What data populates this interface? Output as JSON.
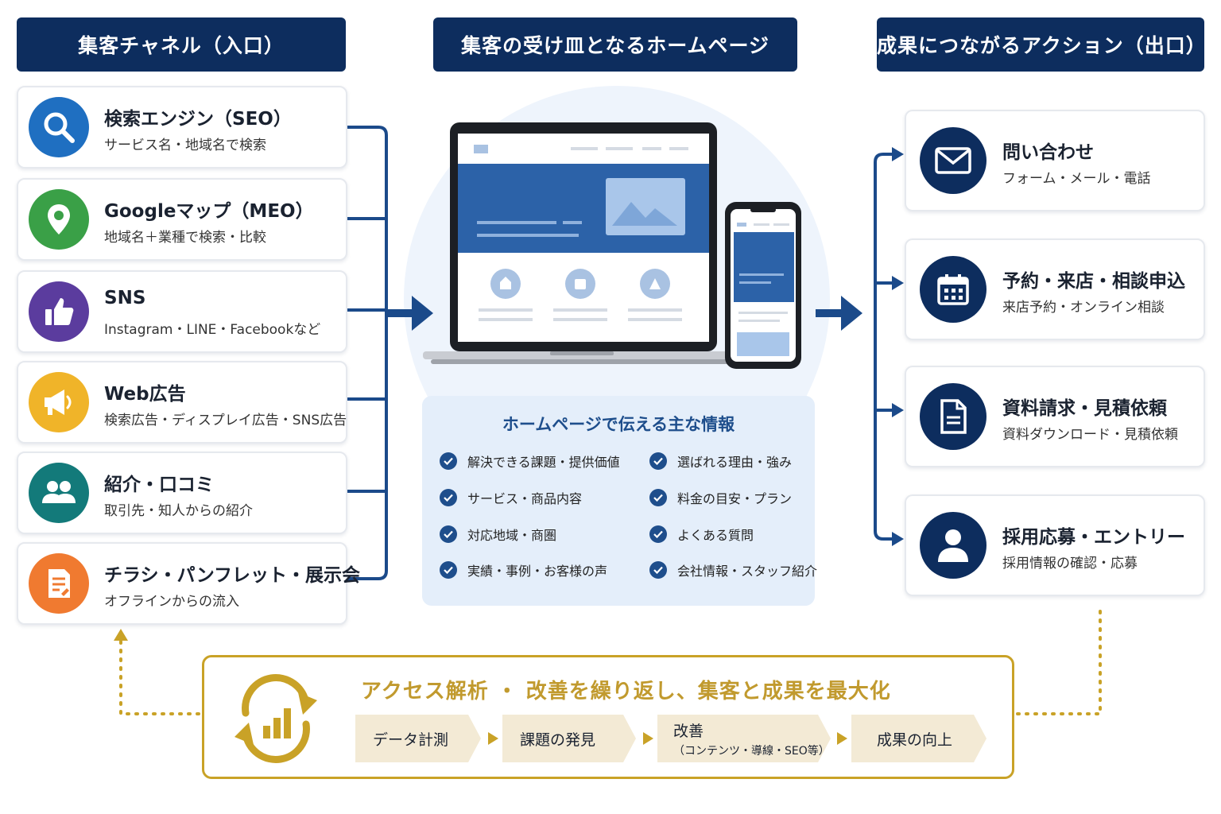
{
  "headers": {
    "left": "集客チャネル（入口）",
    "center": "集客の受け皿となるホームページ",
    "right": "成果につながるアクション（出口）"
  },
  "channels": [
    {
      "icon": "search-icon",
      "color": "#1f6fc1",
      "title": "検索エンジン（SEO）",
      "subtitle": "サービス名・地域名で検索"
    },
    {
      "icon": "map-pin-icon",
      "color": "#3aa047",
      "title": "Googleマップ（MEO）",
      "subtitle": "地域名＋業種で検索・比較"
    },
    {
      "icon": "thumbs-up-icon",
      "color": "#5b3c9e",
      "title": "SNS",
      "subtitle": "Instagram・LINE・Facebookなど"
    },
    {
      "icon": "megaphone-icon",
      "color": "#f0b429",
      "title": "Web広告",
      "subtitle": "検索広告・ディスプレイ広告・SNS広告"
    },
    {
      "icon": "people-icon",
      "color": "#137a7a",
      "title": "紹介・口コミ",
      "subtitle": "取引先・知人からの紹介"
    },
    {
      "icon": "flyer-icon",
      "color": "#f07a30",
      "title": "チラシ・パンフレット・展示会",
      "subtitle": "オフラインからの流入"
    }
  ],
  "info_box": {
    "title": "ホームページで伝える主な情報",
    "items": [
      "解決できる課題・提供価値",
      "選ばれる理由・強み",
      "サービス・商品内容",
      "料金の目安・プラン",
      "対応地域・商圏",
      "よくある質問",
      "実績・事例・お客様の声",
      "会社情報・スタッフ紹介"
    ]
  },
  "actions": [
    {
      "icon": "mail-icon",
      "title": "問い合わせ",
      "subtitle": "フォーム・メール・電話"
    },
    {
      "icon": "calendar-icon",
      "title": "予約・来店・相談申込",
      "subtitle": "来店予約・オンライン相談"
    },
    {
      "icon": "document-icon",
      "title": "資料請求・見積依頼",
      "subtitle": "資料ダウンロード・見積依頼"
    },
    {
      "icon": "person-icon",
      "title": "採用応募・エントリー",
      "subtitle": "採用情報の確認・応募"
    }
  ],
  "loop": {
    "title": "アクセス解析 ・ 改善を繰り返し、集客と成果を最大化",
    "steps": [
      {
        "line1": "データ計測",
        "line2": ""
      },
      {
        "line1": "課題の発見",
        "line2": ""
      },
      {
        "line1": "改善",
        "line2": "（コンテンツ・導線・SEO等）"
      },
      {
        "line1": "成果の向上",
        "line2": ""
      }
    ]
  },
  "colors": {
    "navy": "#0d2d5e",
    "blue": "#1e4e8c",
    "gold": "#c9a227",
    "light_blue": "#e4eefa"
  }
}
